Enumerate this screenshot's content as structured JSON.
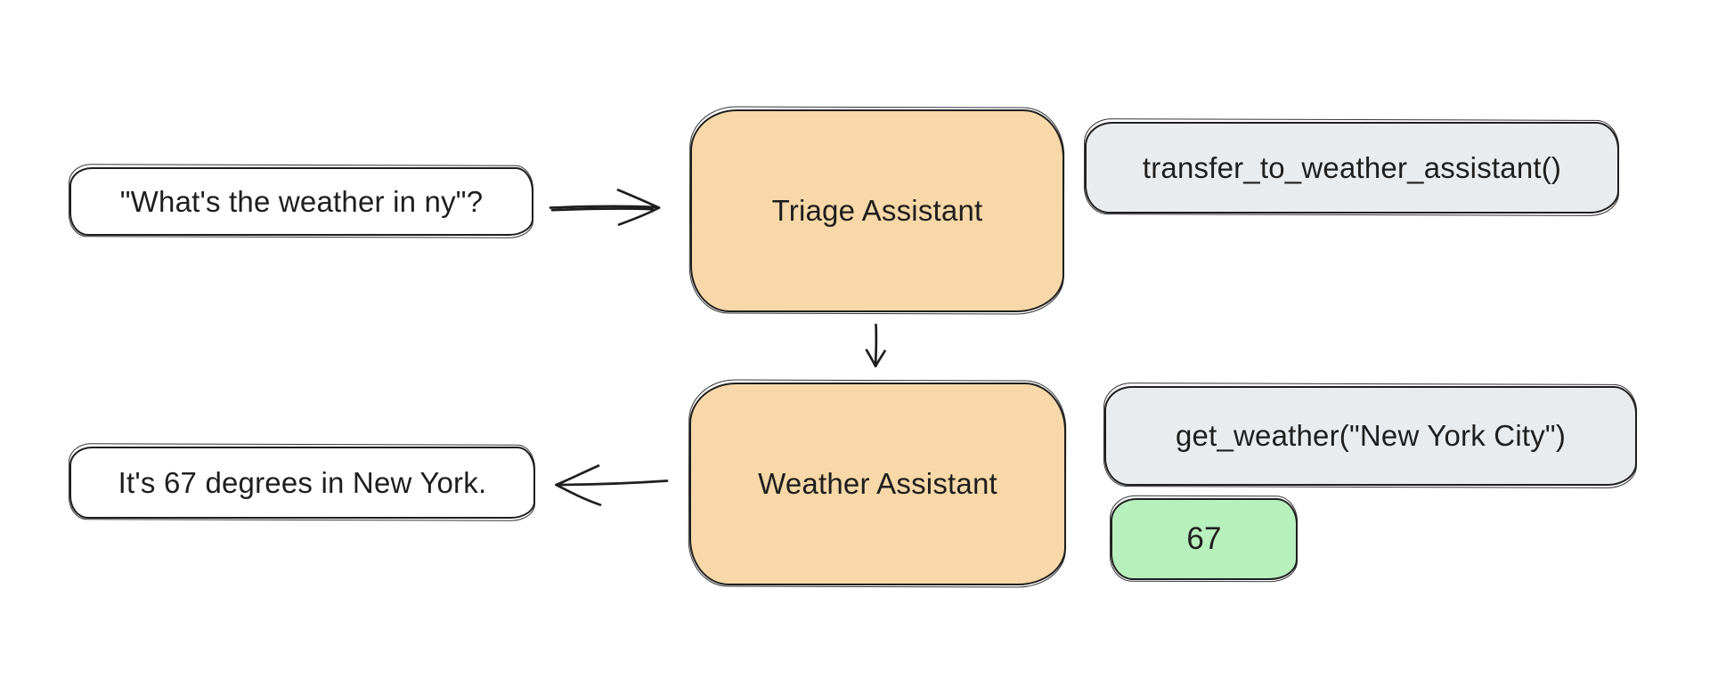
{
  "diagram": {
    "background_color": "#ffffff",
    "stroke_color": "#1e1e1e",
    "nodes": {
      "user_query": {
        "label": "\"What's the weather in ny\"?",
        "fill_color": "#ffffff"
      },
      "triage_assistant": {
        "label": "Triage Assistant",
        "fill_color": "#f8d8a8"
      },
      "transfer_call": {
        "label": "transfer_to_weather_assistant()",
        "fill_color": "#e9ecef"
      },
      "weather_assistant": {
        "label": "Weather Assistant",
        "fill_color": "#f8d8a8"
      },
      "get_weather_call": {
        "label": "get_weather(\"New York City\")",
        "fill_color": "#e9ecef"
      },
      "tool_result": {
        "label": "67",
        "fill_color": "#b7efbd"
      },
      "final_response": {
        "label": "It's 67 degrees in New York.",
        "fill_color": "#ffffff"
      }
    },
    "edges": [
      {
        "name": "user-to-triage",
        "direction": "right"
      },
      {
        "name": "triage-to-weather",
        "direction": "down"
      },
      {
        "name": "weather-to-reply",
        "direction": "left"
      }
    ]
  }
}
